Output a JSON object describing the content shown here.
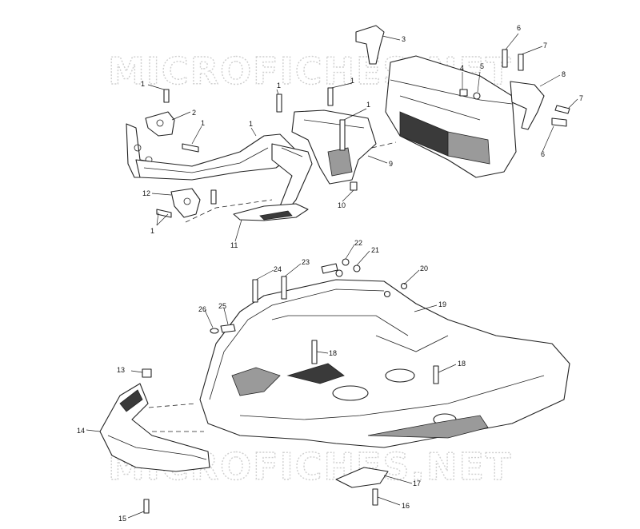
{
  "watermark": {
    "top": "MICROFICHES.NET",
    "bottom": "MICROFICHES.NET"
  },
  "callouts": [
    {
      "id": "c1a",
      "label": "1"
    },
    {
      "id": "c1b",
      "label": "1"
    },
    {
      "id": "c1c",
      "label": "1"
    },
    {
      "id": "c1d",
      "label": "1"
    },
    {
      "id": "c1e",
      "label": "1"
    },
    {
      "id": "c1f",
      "label": "1"
    },
    {
      "id": "c1g",
      "label": "1"
    },
    {
      "id": "c2",
      "label": "2"
    },
    {
      "id": "c3",
      "label": "3"
    },
    {
      "id": "c4",
      "label": "4"
    },
    {
      "id": "c5",
      "label": "5"
    },
    {
      "id": "c6a",
      "label": "6"
    },
    {
      "id": "c6b",
      "label": "6"
    },
    {
      "id": "c7a",
      "label": "7"
    },
    {
      "id": "c7b",
      "label": "7"
    },
    {
      "id": "c8",
      "label": "8"
    },
    {
      "id": "c9",
      "label": "9"
    },
    {
      "id": "c10",
      "label": "10"
    },
    {
      "id": "c11",
      "label": "11"
    },
    {
      "id": "c12",
      "label": "12"
    },
    {
      "id": "c13",
      "label": "13"
    },
    {
      "id": "c14",
      "label": "14"
    },
    {
      "id": "c15",
      "label": "15"
    },
    {
      "id": "c16",
      "label": "16"
    },
    {
      "id": "c17",
      "label": "17"
    },
    {
      "id": "c18a",
      "label": "18"
    },
    {
      "id": "c18b",
      "label": "18"
    },
    {
      "id": "c19",
      "label": "19"
    },
    {
      "id": "c20",
      "label": "20"
    },
    {
      "id": "c21",
      "label": "21"
    },
    {
      "id": "c22",
      "label": "22"
    },
    {
      "id": "c23",
      "label": "23"
    },
    {
      "id": "c24",
      "label": "24"
    },
    {
      "id": "c25",
      "label": "25"
    },
    {
      "id": "c26",
      "label": "26"
    }
  ]
}
